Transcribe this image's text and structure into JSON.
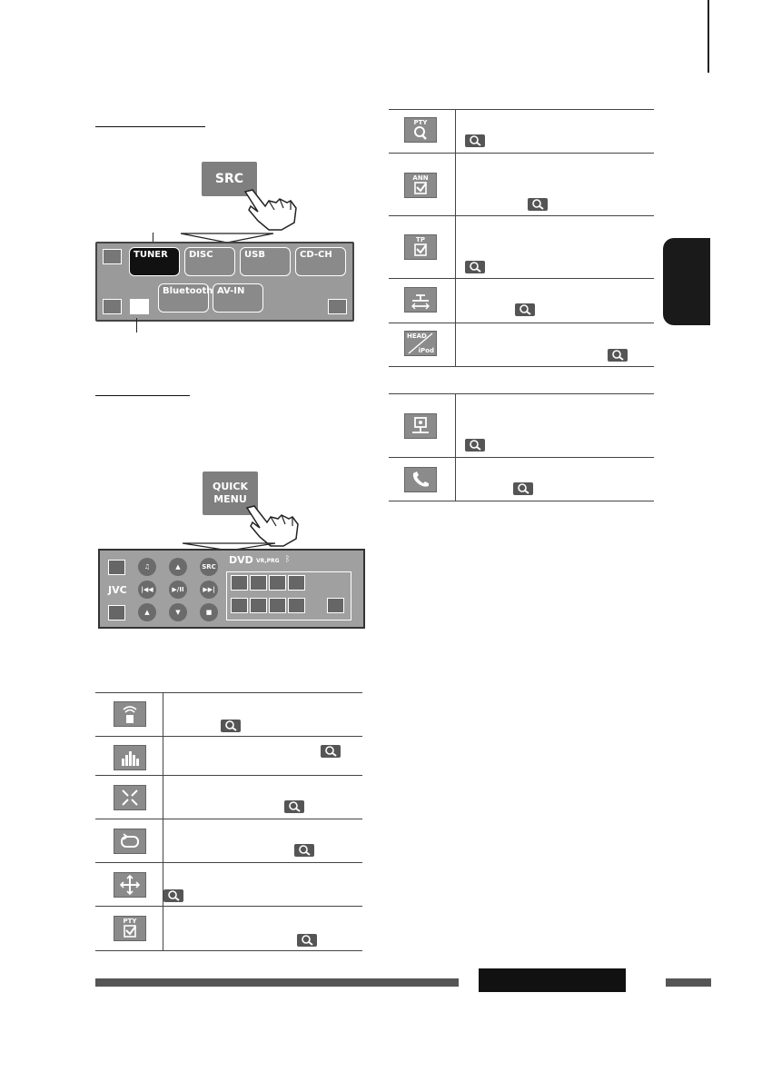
{
  "src_section": {
    "button_label": "SRC",
    "sources": [
      "TUNER",
      "DISC",
      "USB",
      "CD-CH",
      "Bluetooth",
      "AV-IN"
    ]
  },
  "quick_menu_section": {
    "button_label_line1": "QUICK",
    "button_label_line2": "MENU",
    "panel_brand": "JVC",
    "panel_source": "DVD",
    "panel_source_sub": "VR,PRG",
    "panel_src_label": "SRC"
  },
  "icons": {
    "pty_search": "PTY",
    "ann": "ANN",
    "tp": "TP",
    "head_ipod_top": "HEAD",
    "head_ipod_bottom": "iPod",
    "pty_check": "PTY"
  },
  "colors": {
    "panel": "#9a9a9a",
    "selected": "#111111",
    "icon_bg": "#8b8b8b"
  }
}
